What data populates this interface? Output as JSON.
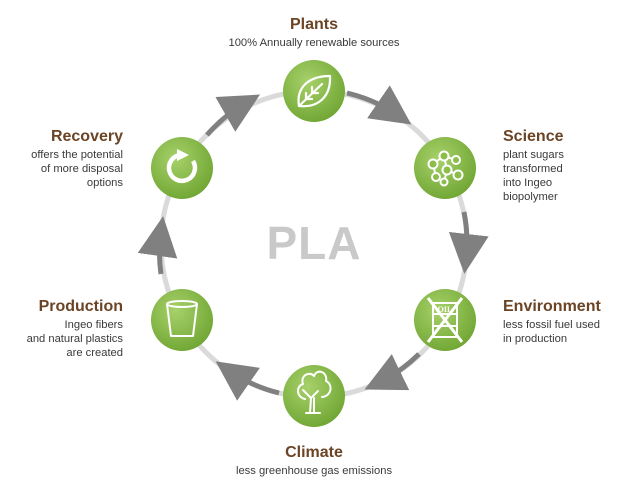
{
  "center_label": "PLA",
  "stages": {
    "plants": {
      "title": "Plants",
      "desc": "100% Annually renewable sources",
      "icon": "leaf-icon"
    },
    "science": {
      "title": "Science",
      "desc": "plant sugars\ntransformed\ninto Ingeo\nbiopolymer",
      "icon": "molecule-icon"
    },
    "environment": {
      "title": "Environment",
      "desc": "less fossil fuel used\nin production",
      "icon": "no-oil-barrel-icon",
      "icon_text": "OIL"
    },
    "climate": {
      "title": "Climate",
      "desc": "less greenhouse gas emissions",
      "icon": "tree-icon"
    },
    "production": {
      "title": "Production",
      "desc": "Ingeo fibers\nand natural plastics\nare created",
      "icon": "cup-icon"
    },
    "recovery": {
      "title": "Recovery",
      "desc": "offers the potential\nof more disposal\noptions",
      "icon": "recycle-arrow-icon"
    }
  },
  "colors": {
    "title_brown": "#6b4425",
    "circle_green_light": "#9cc95a",
    "circle_green_dark": "#6fa532",
    "arrow_gray": "#808080",
    "ring_gray": "#dadada",
    "center_gray": "#c9c9c9"
  }
}
